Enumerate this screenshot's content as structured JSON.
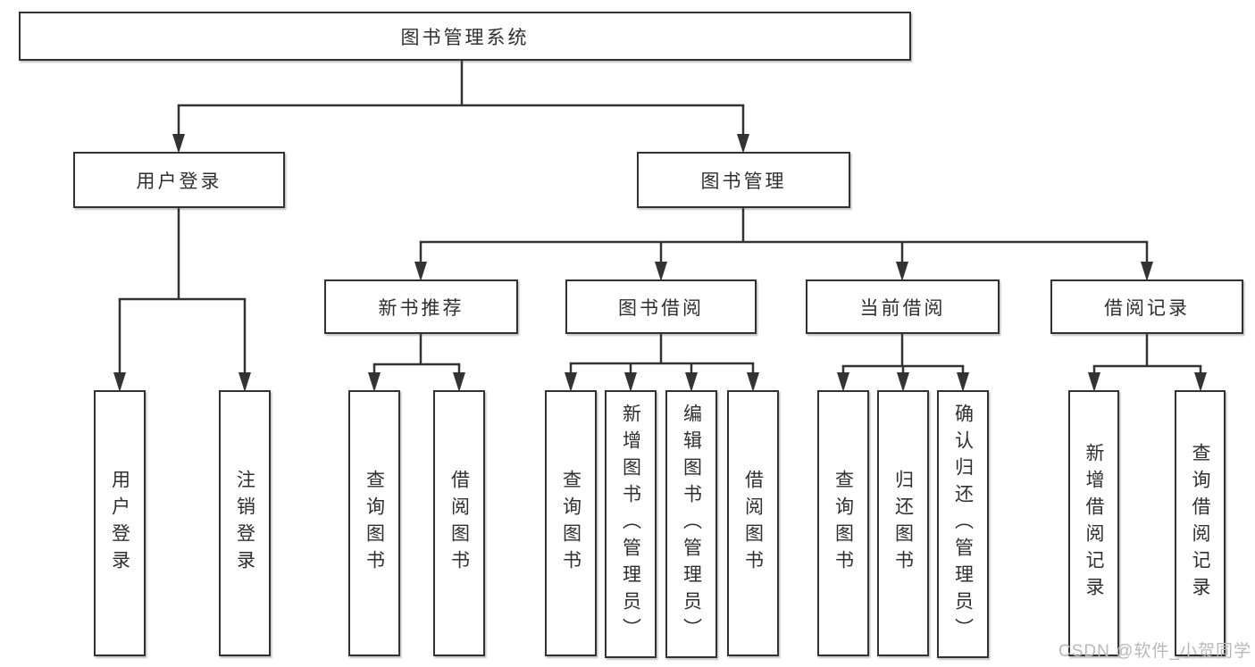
{
  "diagram": {
    "type": "hierarchy-tree",
    "title": "图书管理系统",
    "colors": {
      "line": "#333333",
      "box_border": "#323232",
      "box_fill": "#ffffff",
      "text": "#2f2f2f",
      "watermark": "#b9b9b9"
    },
    "tree": {
      "label": "图书管理系统",
      "children": [
        {
          "label": "用户登录",
          "children": [
            {
              "label": "用户登录"
            },
            {
              "label": "注销登录"
            }
          ]
        },
        {
          "label": "图书管理",
          "children": [
            {
              "label": "新书推荐",
              "children": [
                {
                  "label": "查询图书"
                },
                {
                  "label": "借阅图书"
                }
              ]
            },
            {
              "label": "图书借阅",
              "children": [
                {
                  "label": "查询图书"
                },
                {
                  "label": "新增图书（管理员）"
                },
                {
                  "label": "编辑图书（管理员）"
                },
                {
                  "label": "借阅图书"
                }
              ]
            },
            {
              "label": "当前借阅",
              "children": [
                {
                  "label": "查询图书"
                },
                {
                  "label": "归还图书"
                },
                {
                  "label": "确认归还（管理员）"
                }
              ]
            },
            {
              "label": "借阅记录",
              "children": [
                {
                  "label": "新增借阅记录"
                },
                {
                  "label": "查询借阅记录"
                }
              ]
            }
          ]
        }
      ]
    },
    "watermark": {
      "text": "CSDN @软件_小贺同学"
    }
  }
}
